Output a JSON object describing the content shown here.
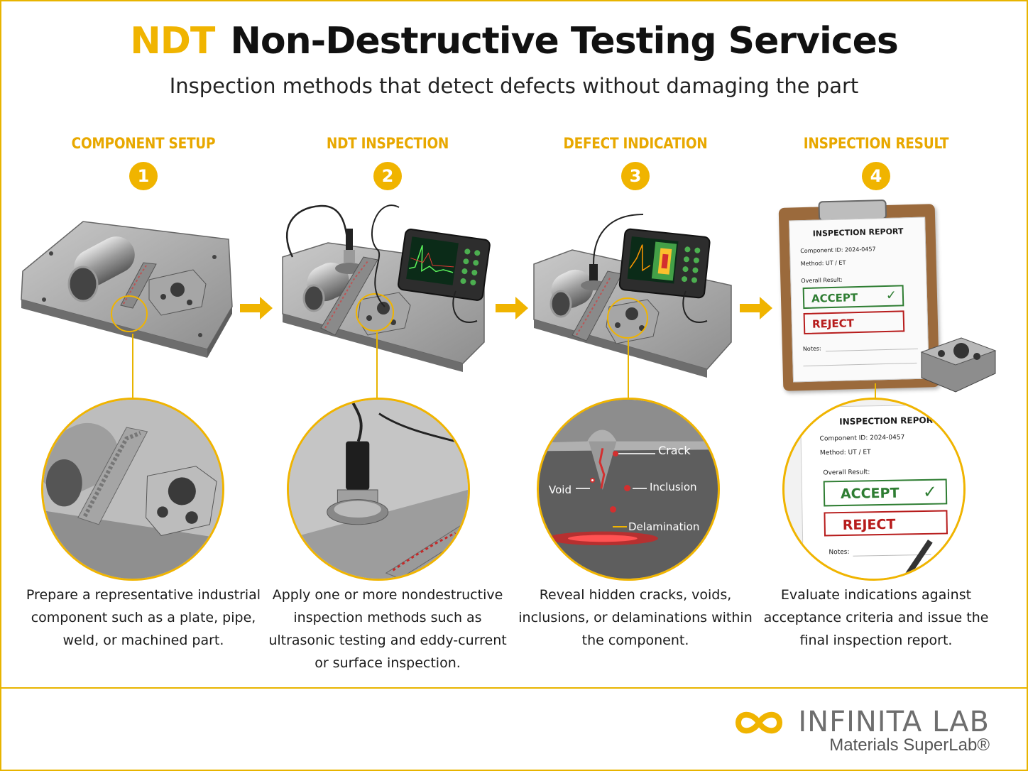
{
  "header": {
    "acronym": "NDT",
    "title": "Non-Destructive Testing Services",
    "subtitle": "Inspection methods that detect defects without damaging the part"
  },
  "steps": [
    {
      "number": "1",
      "label": "COMPONENT SETUP",
      "description": "Prepare a representative industrial component such as a plate, pipe, weld, or machined part."
    },
    {
      "number": "2",
      "label": "NDT INSPECTION",
      "description": "Apply one or more nondestructive inspection methods such as ultrasonic testing and eddy-current or surface inspection."
    },
    {
      "number": "3",
      "label": "DEFECT INDICATION",
      "description": "Reveal hidden cracks, voids, inclusions, or delaminations within the component.",
      "defects": {
        "crack": "Crack",
        "void": "Void",
        "inclusion": "Inclusion",
        "delamination": "Delamination"
      }
    },
    {
      "number": "4",
      "label": "INSPECTION RESULT",
      "description": "Evaluate indications against acceptance criteria and issue the final inspection report.",
      "report": {
        "title": "INSPECTION REPORT",
        "component_id": "Component ID: 2024-0457",
        "method": "Method: UT / ET",
        "overall_result": "Overall Result:",
        "accept": "ACCEPT",
        "reject": "REJECT",
        "notes": "Notes:"
      }
    }
  ],
  "footer": {
    "brand": "INFINITA LAB",
    "tagline": "Materials SuperLab®"
  },
  "colors": {
    "accent": "#f0b400",
    "accept": "#2e7d32",
    "reject": "#b71c1c",
    "indication": "#d32f2f"
  }
}
